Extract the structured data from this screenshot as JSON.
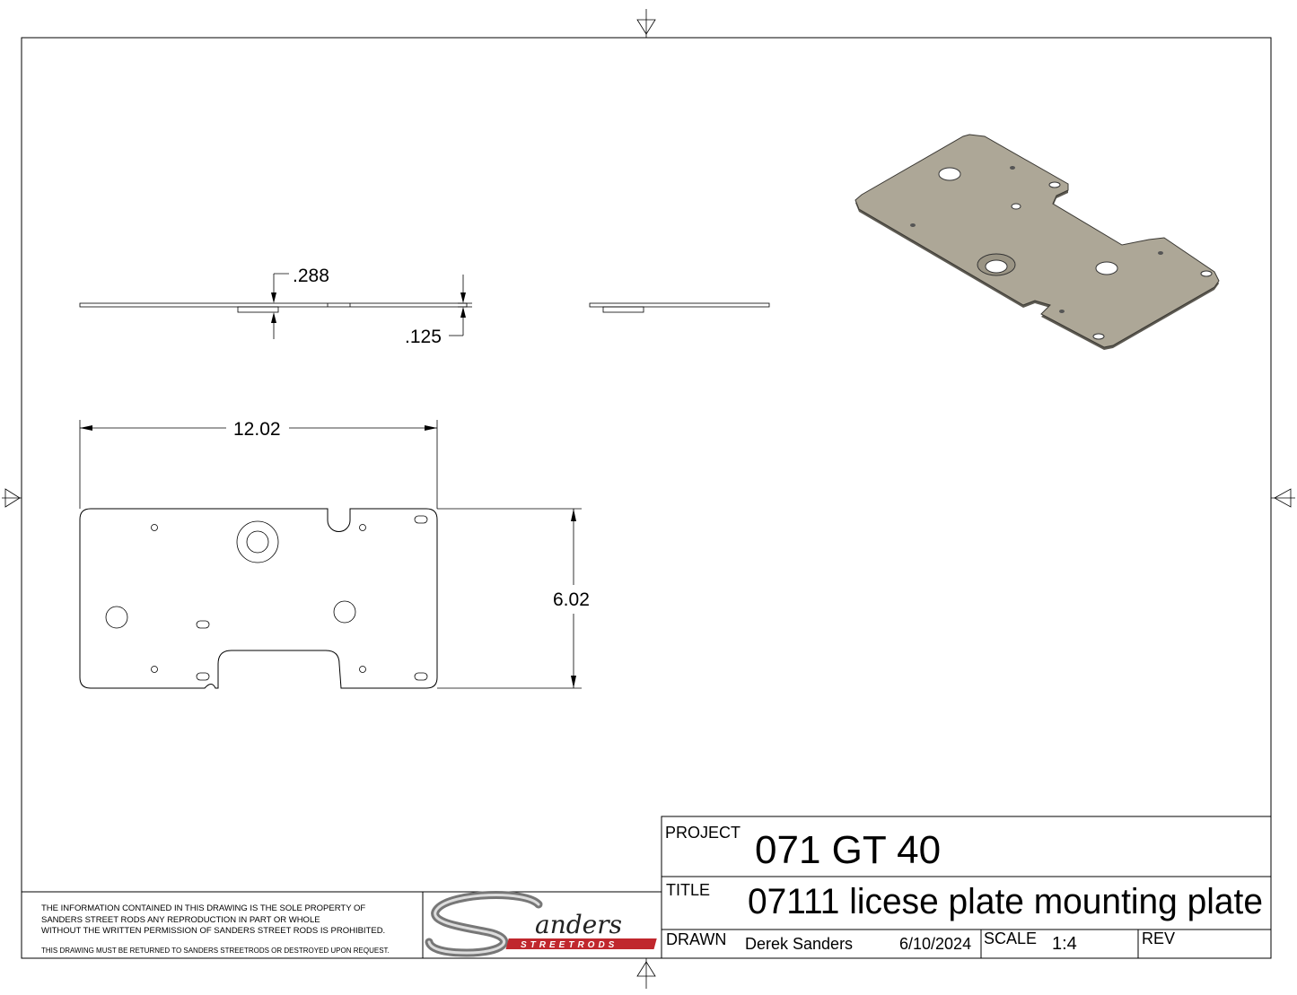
{
  "dimensions": {
    "boss_height": ".288",
    "thickness": ".125",
    "width": "12.02",
    "height": "6.02"
  },
  "disclaimer": {
    "line1": "THE INFORMATION CONTAINED IN THIS DRAWING IS THE SOLE PROPERTY OF",
    "line2": "SANDERS STREET RODS ANY REPRODUCTION IN PART OR WHOLE",
    "line3": "WITHOUT THE WRITTEN PERMISSION OF SANDERS STREET RODS IS PROHIBITED.",
    "line4": "THIS DRAWING MUST BE RETURNED TO SANDERS STREETRODS OR DESTROYED UPON REQUEST."
  },
  "logo": {
    "script": "Sanders",
    "sub": "STREETRODS"
  },
  "title_block": {
    "project_label": "PROJECT",
    "project": "071 GT 40",
    "title_label": "TITLE",
    "title": "07111 licese plate mounting plate",
    "drawn_label": "DRAWN",
    "drawn_by": "Derek Sanders",
    "date": "6/10/2024",
    "scale_label": "SCALE",
    "scale": "1:4",
    "rev_label": "REV",
    "rev": ""
  },
  "colors": {
    "part_fill": "#ADA797",
    "logo_red": "#C0272D"
  }
}
